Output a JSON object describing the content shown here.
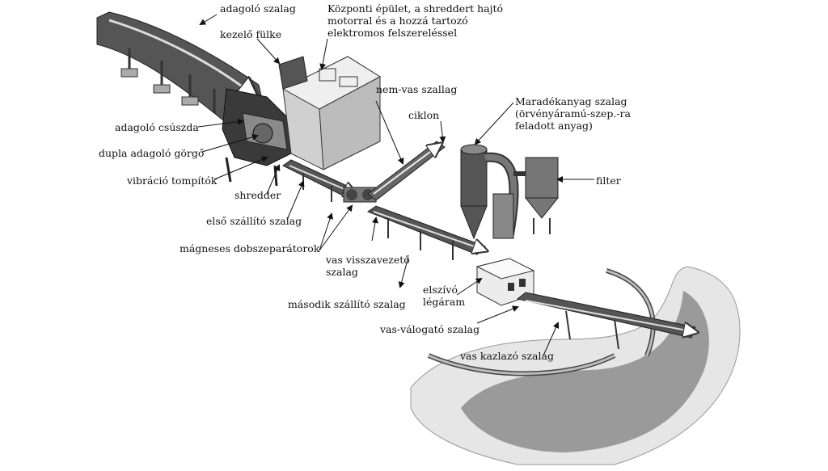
{
  "labels": {
    "adagolo_szalag": "adagoló szalag",
    "kezelo_fulke": "kezelő fülke",
    "kozponti_epulet": [
      "Központi épület, a shreddert hajtó",
      "motorral és a hozzá tartozó",
      "elektromos felszereléssel"
    ],
    "nemvas_szalag": "nem-vas szallag",
    "ciklon": "ciklon",
    "maradekanyag": [
      "Maradékanyag szalag",
      "(örvényáramú-szep.-ra",
      "feladott anyag)"
    ],
    "adagolo_csuszda": "adagoló csúszda",
    "dupla_gorgo": "dupla adagoló görgő",
    "vibracio": "vibráció tompítók",
    "filter": "filter",
    "shredder": "shredder",
    "elso_szallito": "első szállító szalag",
    "magneses": "mágneses dobszeparátorok",
    "vas_visszavezeto": [
      "vas visszavezető",
      "szalag"
    ],
    "elszivo": [
      "elszívó",
      "légáram"
    ],
    "masodik_szallito": "második szállító szalag",
    "vas_valogato": "vas-válogató szalag",
    "vas_kazlazo": "vas kazlazó szalag"
  },
  "colors": {
    "ink": "#111111",
    "machine_dark": "#3a3a3a",
    "machine_mid": "#8a8a8a",
    "machine_light": "#c8c8c8",
    "pile": "#d9d9d9"
  }
}
